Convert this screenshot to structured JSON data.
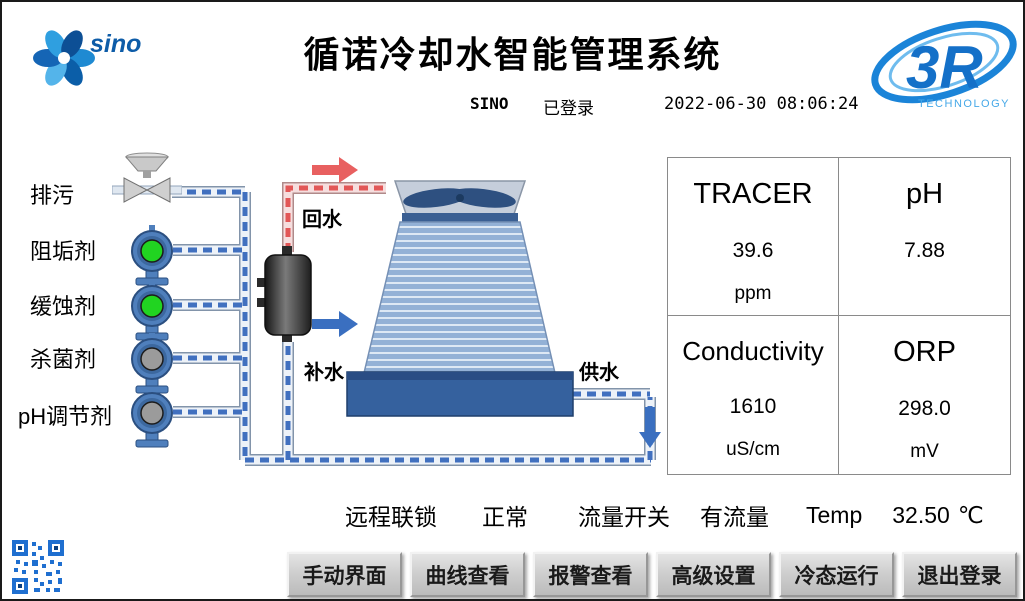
{
  "header": {
    "title": "循诺冷却水智能管理系统",
    "user": "SINO",
    "login_status": "已登录",
    "datetime": "2022-06-30 08:06:24"
  },
  "logos": {
    "sino_text": "sino",
    "r3_text": "3R",
    "r3_sub": "TECHNOLOGY"
  },
  "left_panel": {
    "blowdown_label": "排污",
    "pumps": [
      {
        "label": "阻垢剂",
        "color": "#21d421"
      },
      {
        "label": "缓蚀剂",
        "color": "#21d421"
      },
      {
        "label": "杀菌剂",
        "color": "#9b9b9b"
      },
      {
        "label": "pH调节剂",
        "color": "#9b9b9b"
      }
    ]
  },
  "diagram_labels": {
    "return_water": "回水",
    "makeup_water": "补水",
    "supply_water": "供水"
  },
  "metrics": [
    {
      "name": "TRACER",
      "value": "39.6",
      "unit": "ppm"
    },
    {
      "name": "pH",
      "value": "7.88",
      "unit": ""
    },
    {
      "name": "Conductivity",
      "value": "1610",
      "unit": "uS/cm"
    },
    {
      "name": "ORP",
      "value": "298.0",
      "unit": "mV"
    }
  ],
  "status_bar": [
    {
      "text": "远程联锁"
    },
    {
      "text": "正常"
    },
    {
      "text": "流量开关"
    },
    {
      "text": "有流量"
    },
    {
      "text": "Temp"
    },
    {
      "text": "32.50"
    },
    {
      "text": "℃"
    }
  ],
  "nav_buttons": [
    {
      "label": "手动界面"
    },
    {
      "label": "曲线查看"
    },
    {
      "label": "报警查看"
    },
    {
      "label": "高级设置"
    },
    {
      "label": "冷态运行"
    },
    {
      "label": "退出登录"
    }
  ],
  "colors": {
    "pipe_blue": "#4170bf",
    "pipe_red": "#e25757",
    "tower_fill": "#93b1d6",
    "basin_fill": "#35619e",
    "accent_blue": "#1b7fd4"
  }
}
